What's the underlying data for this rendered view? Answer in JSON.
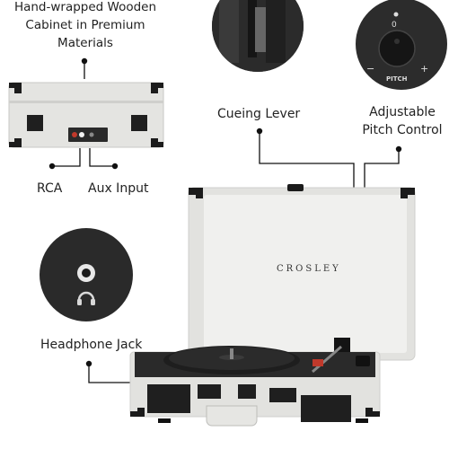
{
  "brand": "CROSLEY",
  "features": {
    "cabinet": {
      "lines": [
        "Hand-wrapped Wooden",
        "Cabinet in Premium",
        "Materials"
      ]
    },
    "rca": {
      "label": "RCA"
    },
    "aux": {
      "label": "Aux Input"
    },
    "cueing": {
      "label": "Cueing Lever"
    },
    "pitch": {
      "lines": [
        "Adjustable",
        "Pitch Control"
      ]
    },
    "headphone": {
      "label": "Headphone Jack"
    }
  },
  "pitch_knob": {
    "zero": "0",
    "minus": "−",
    "plus": "+",
    "caption": "PITCH"
  },
  "colors": {
    "case": "#e6e6e3",
    "trim": "#1b1b1b",
    "platter": "#2b2b2b",
    "accent": "#c0392b"
  }
}
